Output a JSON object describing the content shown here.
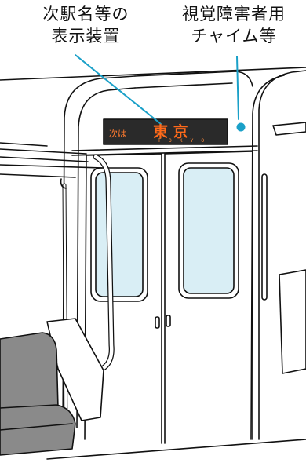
{
  "labels": {
    "display_device": [
      "次駅名等の",
      "表示装置"
    ],
    "chime": [
      "視覚障害者用",
      "チャイム等"
    ]
  },
  "display": {
    "prefix": "次は",
    "station_kanji": "東 京",
    "station_roman": "T O K Y O"
  },
  "colors": {
    "leader_line": "#1aa0c8",
    "chime_dot": "#1aa0c8",
    "display_bg": "#2a2a2a",
    "display_text": "#ff6a1a",
    "window_glass": "#d9eef5",
    "seat": "#8a8a8a",
    "outline": "#111111"
  }
}
